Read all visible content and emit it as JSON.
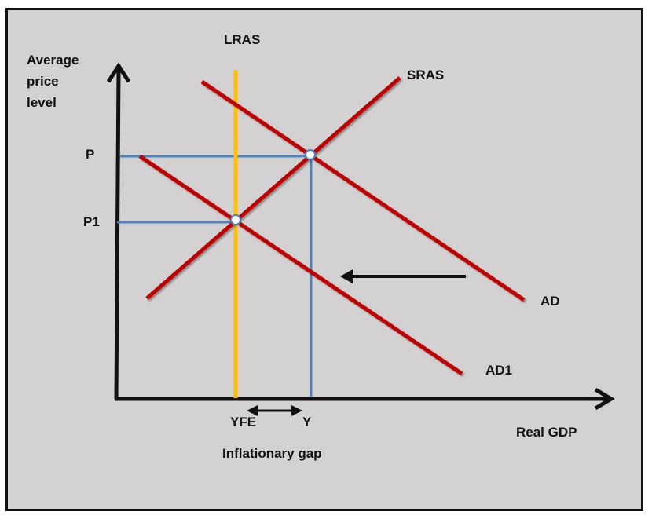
{
  "labels": {
    "y_axis": [
      "Average",
      "price",
      "level"
    ],
    "x_axis": "Real GDP",
    "lras": "LRAS",
    "sras": "SRAS",
    "ad": "AD",
    "ad1": "AD1",
    "p": "P",
    "p1": "P1",
    "yfe": "YFE",
    "y": "Y",
    "gap": "Inflationary gap"
  },
  "colors": {
    "background": "#d3d1d2",
    "axes": "#111111",
    "curves": "#c00000",
    "lras": "#ffc000",
    "guides": "#4f81bd",
    "arrows": "#111111"
  }
}
